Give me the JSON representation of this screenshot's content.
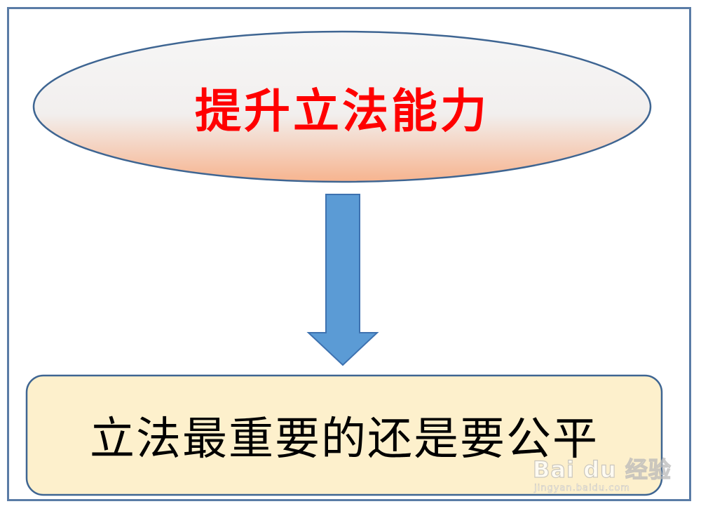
{
  "top_node": {
    "label": "提升立法能力",
    "label_color": "#ff0000"
  },
  "bottom_node": {
    "label": "立法最重要的还是要公平",
    "fill": "#fdf0cc"
  },
  "arrow": {
    "direction": "down",
    "color": "#5b9bd5"
  },
  "watermark": {
    "brand": "Bai du 经验",
    "url": "jingyan.baidu.com"
  }
}
